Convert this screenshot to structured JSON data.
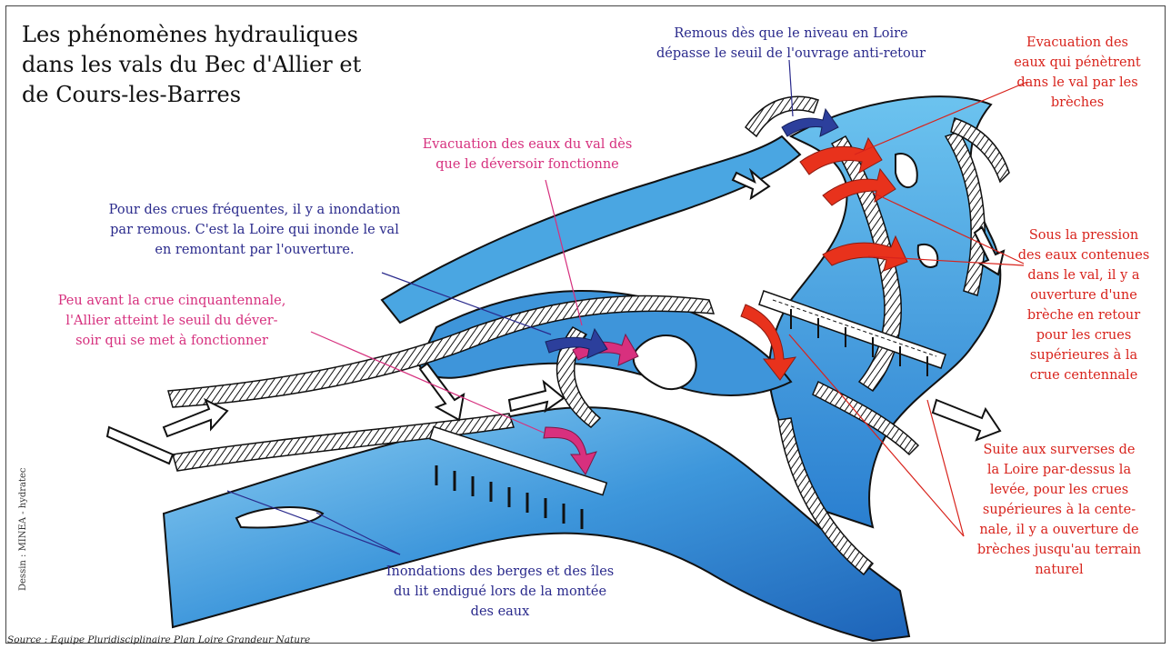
{
  "title": {
    "lines": [
      "Les phénomènes hydrauliques",
      "dans les vals du Bec d'Allier et",
      "de Cours-les-Barres"
    ]
  },
  "annotations": {
    "remous": {
      "lines": [
        "Remous dès que le niveau en Loire",
        "dépasse le seuil de l'ouvrage anti-retour"
      ],
      "color": "#2a2a8c"
    },
    "evacuation_breches": {
      "lines": [
        "Evacuation des",
        "eaux qui pénètrent",
        "dans le val par les",
        "brèches"
      ],
      "color": "#d8231c"
    },
    "evacuation_deversoir": {
      "lines": [
        "Evacuation des eaux du val dès",
        "que le déversoir fonctionne"
      ],
      "color": "#d6307e"
    },
    "crues_frequentes": {
      "lines": [
        "Pour des crues fréquentes, il y a inondation",
        "par remous. C'est la Loire qui inonde le val",
        "en remontant par l'ouverture."
      ],
      "color": "#2a2a8c"
    },
    "crue_cinquantennale": {
      "lines": [
        "Peu avant la crue cinquantennale,",
        "l'Allier atteint le seuil du déver-",
        "soir qui se met à fonctionner"
      ],
      "color": "#d6307e"
    },
    "pression": {
      "lines": [
        "Sous la pression",
        "des eaux contenues",
        "dans le val, il y a",
        "ouverture d'une",
        "brèche en retour",
        "pour les crues",
        "supérieures à la",
        "crue centennale"
      ],
      "color": "#d8231c"
    },
    "surverses": {
      "lines": [
        "Suite aux surverses de",
        "la Loire par-dessus la",
        "levée, pour les crues",
        "supérieures à la cente-",
        "nale, il y a ouverture de",
        "brèches jusqu'au terrain",
        "naturel"
      ],
      "color": "#d8231c"
    },
    "inondations_berges": {
      "lines": [
        "Inondations des berges et des îles",
        "du lit endigué lors de la montée",
        "des eaux"
      ],
      "color": "#2a2a8c"
    }
  },
  "credit": "Dessin : MINEA - hydratec",
  "source": "Source : Equipe Pluridisciplinaire Plan Loire Grandeur Nature",
  "colors": {
    "water_light": "#5fb7ea",
    "water_dark": "#1f6fbf",
    "levee": "#ffffff",
    "arrow_red": "#e8321c",
    "arrow_pink": "#d8307e",
    "arrow_blue": "#2c3f9c"
  }
}
